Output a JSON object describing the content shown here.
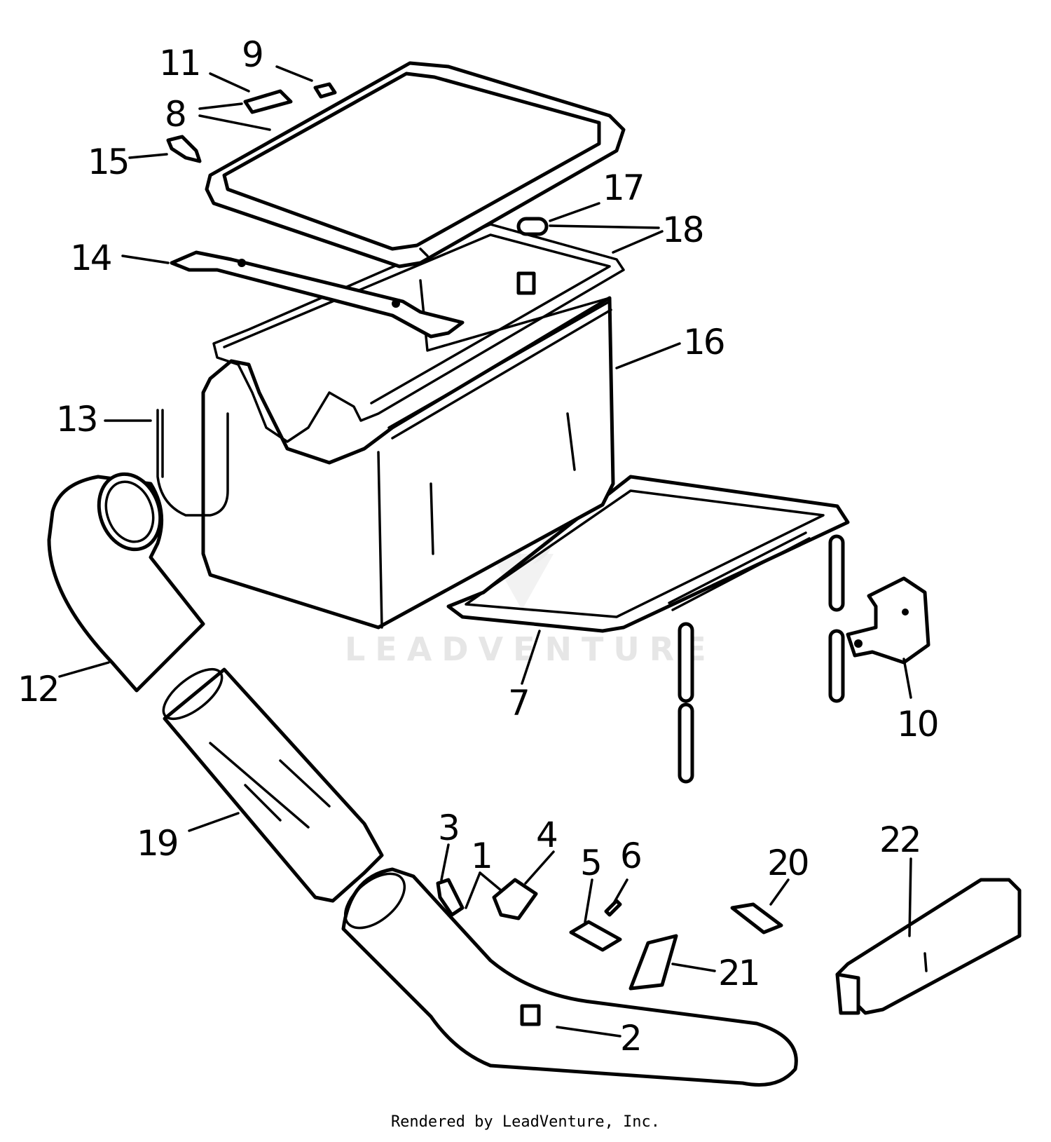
{
  "watermark": {
    "text": "LEADVENTURE"
  },
  "footer": {
    "text": "Rendered by LeadVenture, Inc."
  },
  "callouts": {
    "c1": "1",
    "c2": "2",
    "c3": "3",
    "c4": "4",
    "c5": "5",
    "c6": "6",
    "c7": "7",
    "c8": "8",
    "c9": "9",
    "c10": "10",
    "c11": "11",
    "c12": "12",
    "c13": "13",
    "c14": "14",
    "c15": "15",
    "c16": "16",
    "c17": "17",
    "c18": "18",
    "c19": "19",
    "c20": "20",
    "c21": "21",
    "c22": "22"
  }
}
